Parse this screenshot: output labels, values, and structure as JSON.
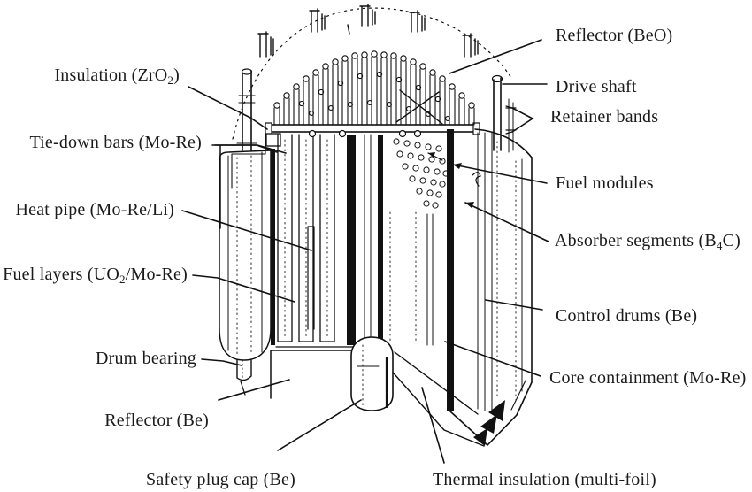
{
  "figure": {
    "type": "labeled-technical-diagram",
    "subject_labels_count": 15
  },
  "colors": {
    "ink": "#111111",
    "background": "#ffffff",
    "text": "#1b1b1b"
  },
  "labels": {
    "insulation": {
      "pre": "Insulation (ZrO",
      "sub": "2",
      "post": ")"
    },
    "tie_down_bars": {
      "text": "Tie-down bars (Mo-Re)"
    },
    "heat_pipe": {
      "text": "Heat pipe (Mo-Re/Li)"
    },
    "fuel_layers": {
      "pre": "Fuel layers (UO",
      "sub": "2",
      "post": "/Mo-Re)"
    },
    "drum_bearing": {
      "text": "Drum bearing"
    },
    "reflector_be": {
      "text": "Reflector (Be)"
    },
    "safety_plug_cap": {
      "text": "Safety plug cap (Be)"
    },
    "reflector_beo": {
      "text": "Reflector (BeO)"
    },
    "drive_shaft": {
      "text": "Drive shaft"
    },
    "retainer_bands": {
      "text": "Retainer bands"
    },
    "fuel_modules": {
      "text": "Fuel modules"
    },
    "absorber_segments": {
      "pre": "Absorber segments (B",
      "sub": "4",
      "post": "C)"
    },
    "control_drums": {
      "text": "Control drums (Be)"
    },
    "core_containment": {
      "text": "Core containment (Mo-Re)"
    },
    "thermal_insulation": {
      "text": "Thermal insulation (multi-foil)"
    }
  }
}
